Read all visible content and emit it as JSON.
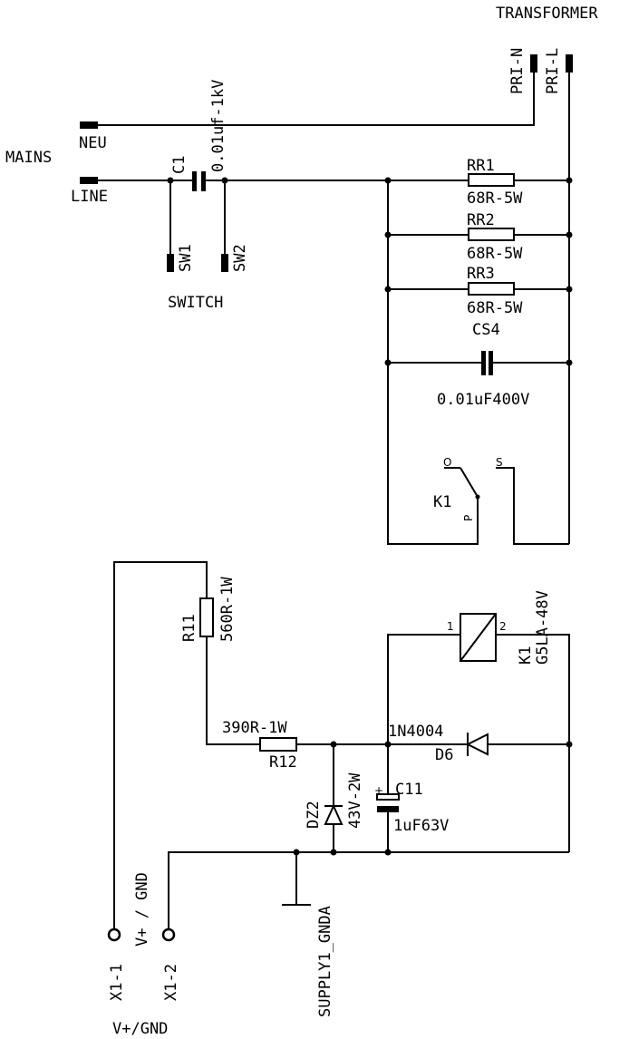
{
  "labels": {
    "transformer": "TRANSFORMER",
    "pri_n": "PRI-N",
    "pri_l": "PRI-L",
    "mains": "MAINS",
    "neu": "NEU",
    "line": "LINE",
    "c1": "C1",
    "c1_value": "0.01uf-1kV",
    "sw1": "SW1",
    "sw2": "SW2",
    "switch": "SWITCH",
    "rr1": "RR1",
    "rr1_value": "68R-5W",
    "rr2": "RR2",
    "rr2_value": "68R-5W",
    "rr3": "RR3",
    "rr3_value": "68R-5W",
    "cs4": "CS4",
    "cs4_value": "0.01uF400V",
    "k1_contact": "K1",
    "pin_o": "O",
    "pin_s": "S",
    "pin_p": "P",
    "r11": "R11",
    "r11_value": "560R-1W",
    "k1_coil": "K1",
    "k1_part": "G5LA-48V",
    "coil_pin1": "1",
    "coil_pin2": "2",
    "r12_value": "390R-1W",
    "r12": "R12",
    "d6_part": "1N4004",
    "d6": "D6",
    "c11": "C11",
    "c11_plus": "+",
    "c11_value": "1uF63V",
    "dz2": "DZ2",
    "dz2_value": "43V-2W",
    "vgnd_rot": "V+ / GND",
    "gnd_label": "SUPPLY1_GNDA",
    "x1_1": "X1-1",
    "x1_2": "X1-2",
    "vgnd": "V+/GND"
  }
}
